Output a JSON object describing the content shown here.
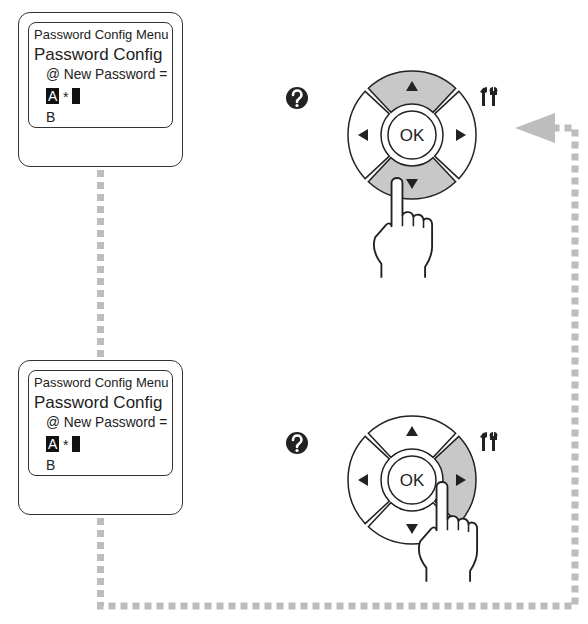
{
  "diagram": {
    "nodes": [
      {
        "text": [
          "Password Config Menu",
          "Password Config",
          "@ New Password =",
          "A",
          "*",
          "B"
        ]
      },
      {
        "text": [
          "OK"
        ]
      },
      {
        "text": [
          "Password Config Menu",
          "Password Config",
          "@ New Password =",
          "A",
          "*",
          "B"
        ]
      },
      {
        "text": [
          "OK"
        ]
      }
    ],
    "edges": [
      {
        "from": 0,
        "to": 2,
        "arrow": "none"
      },
      {
        "from": 2,
        "to": 1,
        "arrow": "to"
      }
    ]
  }
}
